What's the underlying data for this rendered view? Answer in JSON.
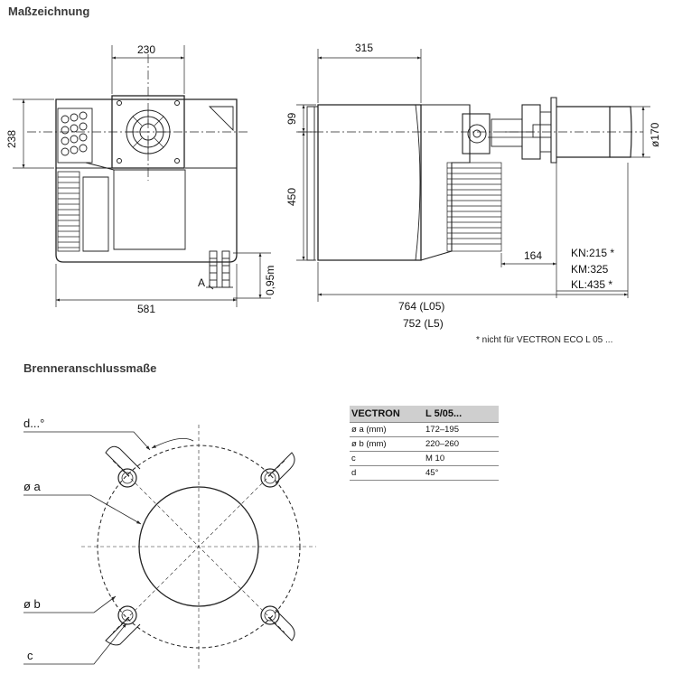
{
  "headings": {
    "dimension_drawing": "Maßzeichnung",
    "connection_dims": "Brenneranschlussmaße"
  },
  "front_view": {
    "width_top": "230",
    "height_left": "238",
    "width_bottom": "581",
    "label_a": "A",
    "height_right": "0,95m"
  },
  "side_view": {
    "width_top": "315",
    "dim_99": "99",
    "dim_450": "450",
    "dim_164": "164",
    "diameter": "ø170",
    "length_l05": "764 (L05)",
    "length_l5": "752 (L5)",
    "variants": [
      "KN:215 *",
      "KM:325",
      "KL:435 *"
    ]
  },
  "footnote": "* nicht für VECTRON ECO L 05 ...",
  "flange": {
    "label_d": "d...°",
    "label_a": "ø a",
    "label_b": "ø b",
    "label_c": "c"
  },
  "spec_table": {
    "headers": [
      "VECTRON",
      "L 5/05..."
    ],
    "rows": [
      [
        "ø a (mm)",
        "172–195"
      ],
      [
        "ø b (mm)",
        "220–260"
      ],
      [
        "c",
        "M 10"
      ],
      [
        "d",
        "45°"
      ]
    ]
  }
}
